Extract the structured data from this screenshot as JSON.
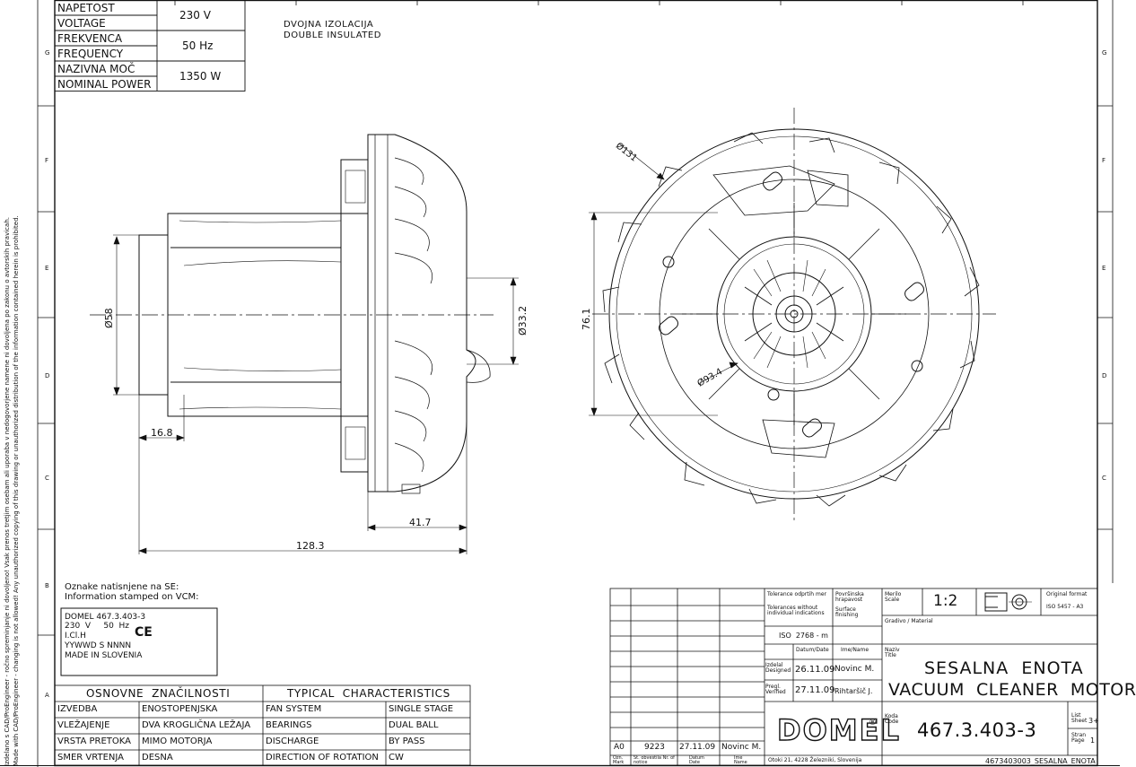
{
  "side_text": {
    "line1": "Izdelano s CAD/ProEngineer - ročno spreminjanje ni dovoljeno! Vsak prenos tretjim osebam ali uporaba v nedogovorjene namene ni dovoljena po zakonu o avtorskih pravicah.",
    "line2": "Made with CAD/ProEngineer - changing is not allowed! Any unauthorized copying of this drawing or unauthorized distribution of the information contained herein is prohibited."
  },
  "zones": {
    "left": [
      "G",
      "F",
      "E",
      "D",
      "C",
      "B",
      "A"
    ],
    "right": [
      "G",
      "F",
      "E",
      "D",
      "C"
    ]
  },
  "specs": [
    {
      "label_si": "NAPETOST",
      "label_en": "VOLTAGE",
      "value": "230  V"
    },
    {
      "label_si": "FREKVENCA",
      "label_en": "FREQUENCY",
      "value": "50  Hz"
    },
    {
      "label_si": "NAZIVNA MOČ",
      "label_en": "NOMINAL POWER",
      "value": "1350  W"
    }
  ],
  "insulation": {
    "line1": "DVOJNA IZOLACIJA",
    "line2": "DOUBLE INSULATED"
  },
  "dimensions": {
    "d58": "Ø58",
    "d33": "Ø33.2",
    "l16": "16.8",
    "l41": "41.7",
    "l128": "128.3",
    "h76": "76.1",
    "d131": "Ø131",
    "d93": "Ø93.4"
  },
  "stamp_note": {
    "line1": "Oznake natisnjene na SE:",
    "line2": "Information stamped on VCM:"
  },
  "stamp": {
    "line1": "DOMEL 467.3.403-3",
    "line2": "230  V     50  Hz",
    "line3": "I.Cl.H",
    "line4": "YYWWD S NNNN",
    "line5": "MADE IN SLOVENIA",
    "ce": "CE"
  },
  "characteristics": {
    "header_si": "OSNOVNE  ZNAČILNOSTI",
    "header_en": "TYPICAL  CHARACTERISTICS",
    "rows": [
      {
        "si_label": "IZVEDBA",
        "si_value": "ENOSTOPENJSKA",
        "en_label": "FAN SYSTEM",
        "en_value": "SINGLE STAGE"
      },
      {
        "si_label": "VLEŽAJENJE",
        "si_value": "DVA KROGLIČNA LEŽAJA",
        "en_label": "BEARINGS",
        "en_value": "DUAL BALL"
      },
      {
        "si_label": "VRSTA PRETOKA",
        "si_value": "MIMO MOTORJA",
        "en_label": "DISCHARGE",
        "en_value": "BY PASS"
      },
      {
        "si_label": "SMER VRTENJA",
        "si_value": "DESNA",
        "en_label": "DIRECTION OF ROTATION",
        "en_value": "CW"
      }
    ]
  },
  "title_block": {
    "tolerance_si": "Tolerance odprtih mer",
    "tolerance_en": "Tolerances without individual indications",
    "surface_si": "Površinska hrapavost",
    "surface_en": "Surface finishing",
    "tolerance_std": "ISO  2768 - m",
    "scale_label": "Merilo Scale",
    "scale": "1:2",
    "format_label": "Original format",
    "format": "ISO 5457 - A3",
    "material_label": "Gradivo / Material",
    "date_label": "Datum/Date",
    "name_label": "Ime/Name",
    "designed_label": "Izdelal Designed",
    "designed_date": "26.11.09",
    "designed_name": "Novinc M.",
    "verified_label": "Pregl. Verified",
    "verified_date": "27.11.09",
    "verified_name": "Rihtaršič J.",
    "title_label": "Naziv Title",
    "title_si": "SESALNA  ENOTA",
    "title_en": "VACUUM  CLEANER  MOTOR",
    "logo": "DOMEL",
    "address": "Otoki 21, 4228 Železniki, Slovenija",
    "code_label": "Koda Code",
    "code": "467.3.403-3",
    "sheet_label": "List Sheet",
    "sheet": "3+",
    "page_label": "Stran Page",
    "page": "1",
    "file": "4673403003_SESALNA_ENOTA",
    "rev_mark": "A0",
    "rev_notice": "9223",
    "rev_date": "27.11.09",
    "rev_name": "Novinc M.",
    "rev_head_mark": "Ozn. Mark",
    "rev_head_notice": "St. obvestila Nr. of notice",
    "rev_head_date": "Datum Date",
    "rev_head_name": "Ime Name"
  }
}
